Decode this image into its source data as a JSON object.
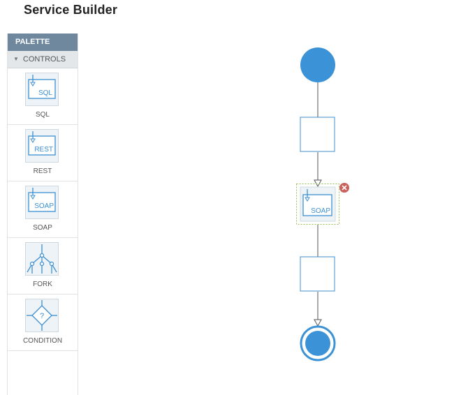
{
  "app": {
    "title": "Service Builder"
  },
  "palette": {
    "header": "PALETTE",
    "section": "CONTROLS",
    "items": [
      {
        "label": "SQL",
        "icon": "sql-node-icon",
        "text": "SQL"
      },
      {
        "label": "REST",
        "icon": "rest-node-icon",
        "text": "REST"
      },
      {
        "label": "SOAP",
        "icon": "soap-node-icon",
        "text": "SOAP"
      },
      {
        "label": "FORK",
        "icon": "fork-node-icon"
      },
      {
        "label": "CONDITION",
        "icon": "condition-node-icon",
        "text": "?"
      }
    ]
  },
  "canvas": {
    "selected_node_text": "SOAP",
    "colors": {
      "accent": "#3c92d6",
      "node_border": "#3c8fd2",
      "delete": "#c9625c"
    }
  }
}
